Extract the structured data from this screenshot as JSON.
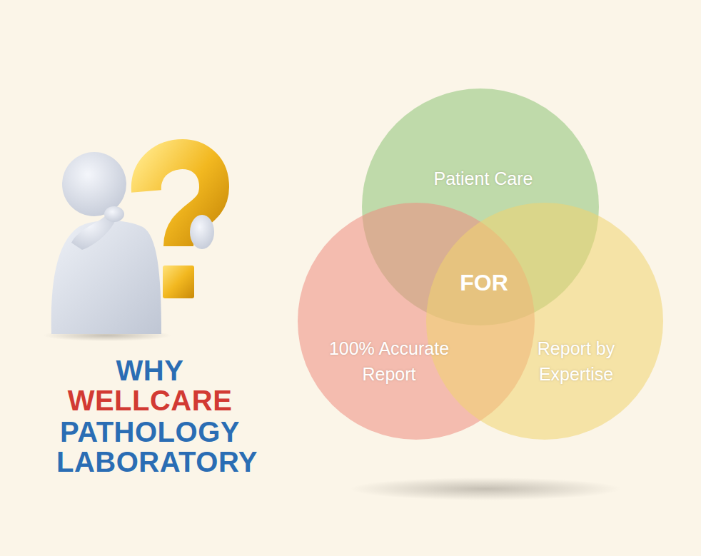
{
  "diagram": {
    "nodes": [
      {
        "text": [
          "Patient Care"
        ]
      },
      {
        "text": [
          "100% Accurate Report"
        ]
      },
      {
        "text": [
          "Report by Expertise"
        ]
      }
    ],
    "labels": [
      "FOR",
      "WHY",
      "WELLCARE",
      "PATHOLOGY",
      "LABORATORY"
    ]
  }
}
